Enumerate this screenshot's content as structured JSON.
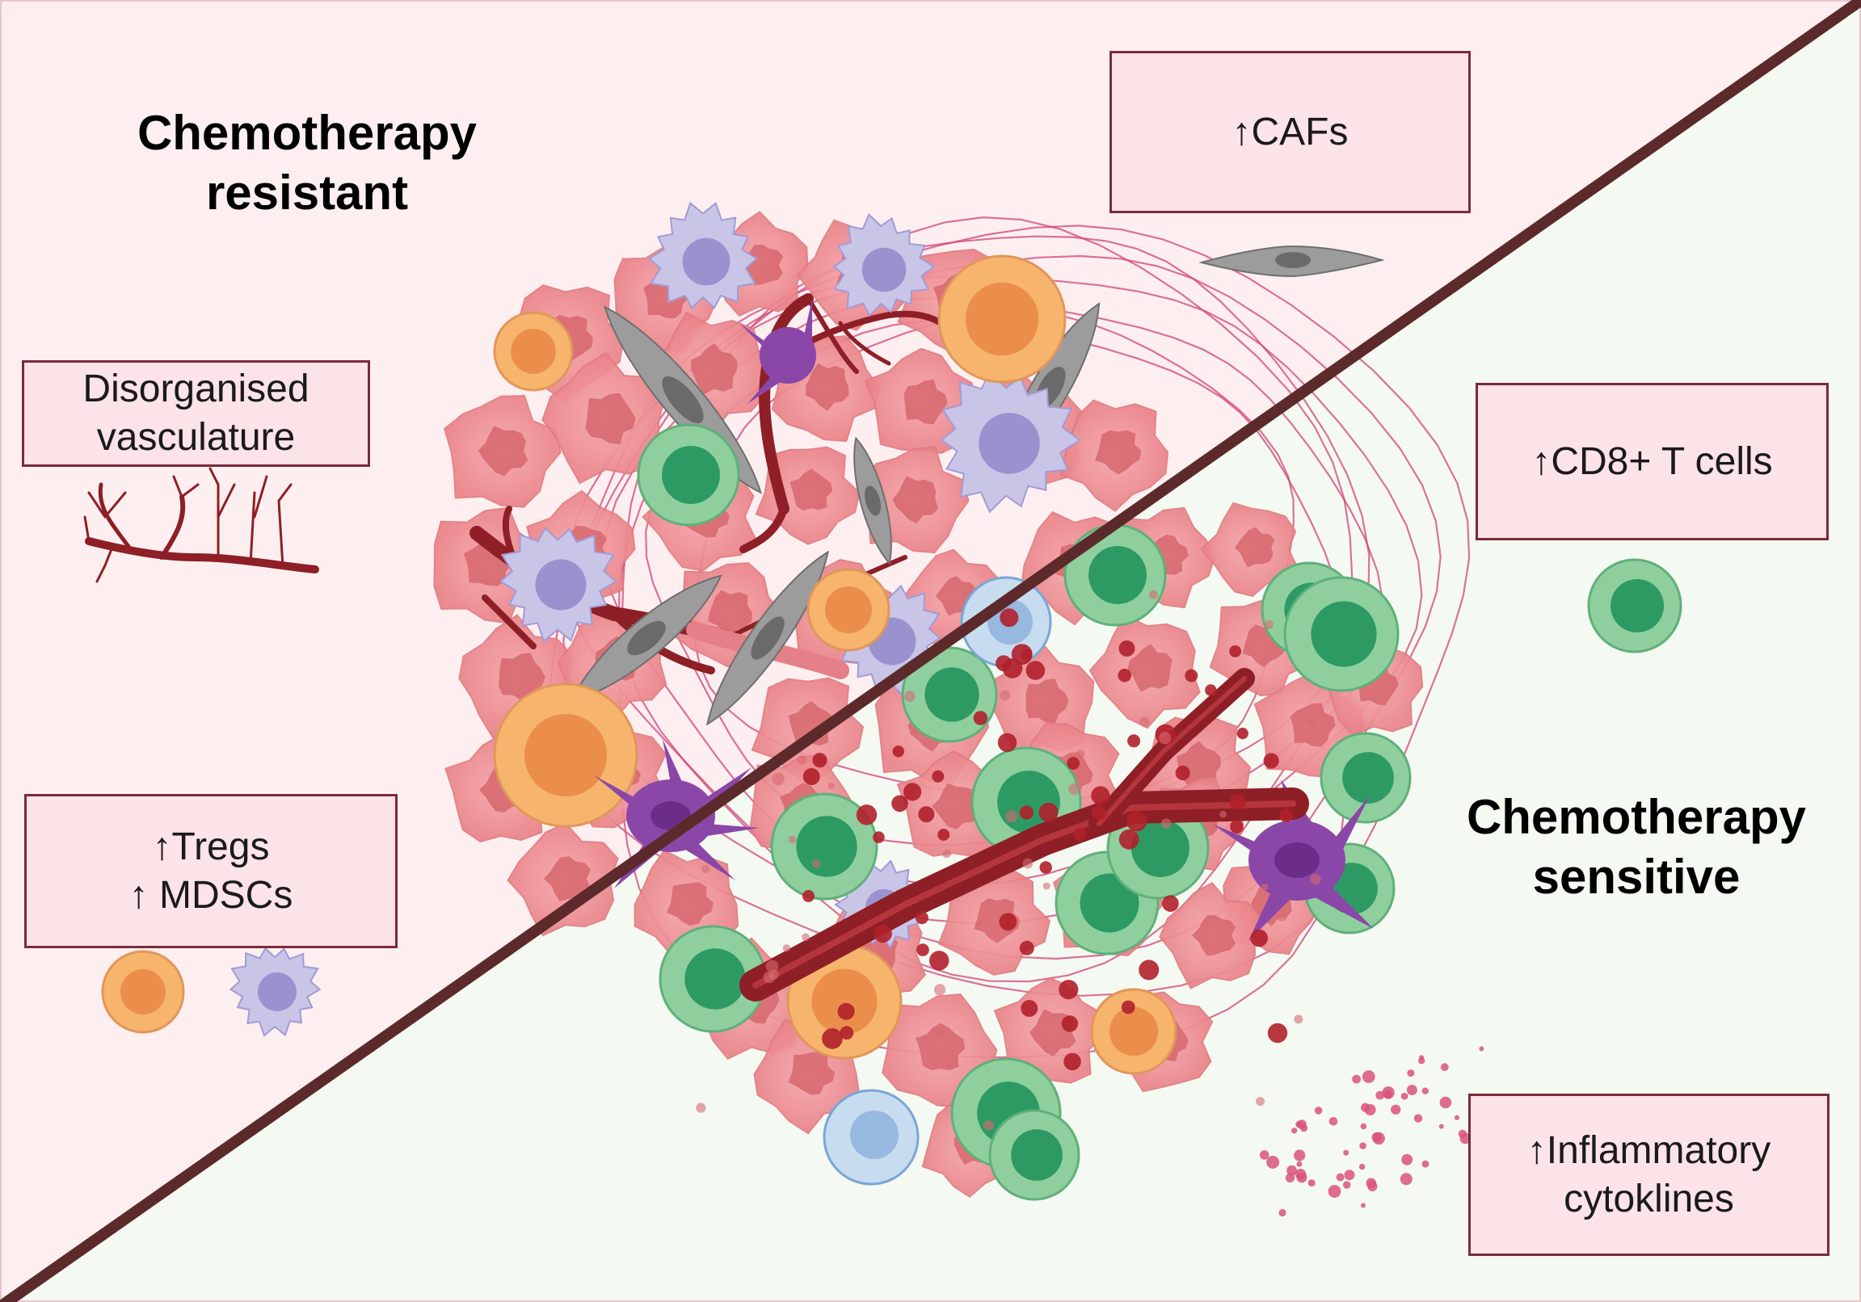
{
  "headings": {
    "resistant": [
      "Chemotherapy",
      "resistant"
    ],
    "sensitive": [
      "Chemotherapy",
      "sensitive"
    ]
  },
  "boxes": {
    "cafs": [
      "↑CAFs"
    ],
    "vasculature": [
      "Disorganised",
      "vasculature"
    ],
    "tregs_mdscs": [
      "↑Tregs",
      "↑ MDSCs"
    ],
    "cd8": [
      "↑CD8+ T cells"
    ],
    "cytokines": [
      "↑Inflammatory",
      "cytoklines"
    ]
  },
  "colors": {
    "resistant_bg": "#fdeff0",
    "sensitive_bg": "#f4f9f2",
    "divider": "#5c2a2a",
    "box_border": "#7a2b3a",
    "box_fill": "#fbe3e7",
    "tumour_cell": "#ef8f94",
    "tumour_nucleus": "#d5646a",
    "t_cell": "#8fcf9e",
    "t_cell_nucleus": "#2e9a63",
    "treg": "#f6b46c",
    "treg_nucleus": "#eb8e4c",
    "mdsc": "#c9c5e6",
    "mdsc_nucleus": "#9a92cf",
    "caf": "#9c9c9c",
    "dendritic": "#8a47a8",
    "vessel": "#8e1f26",
    "fibre": "#d0447a",
    "b_cell": "#b9d3ec"
  }
}
